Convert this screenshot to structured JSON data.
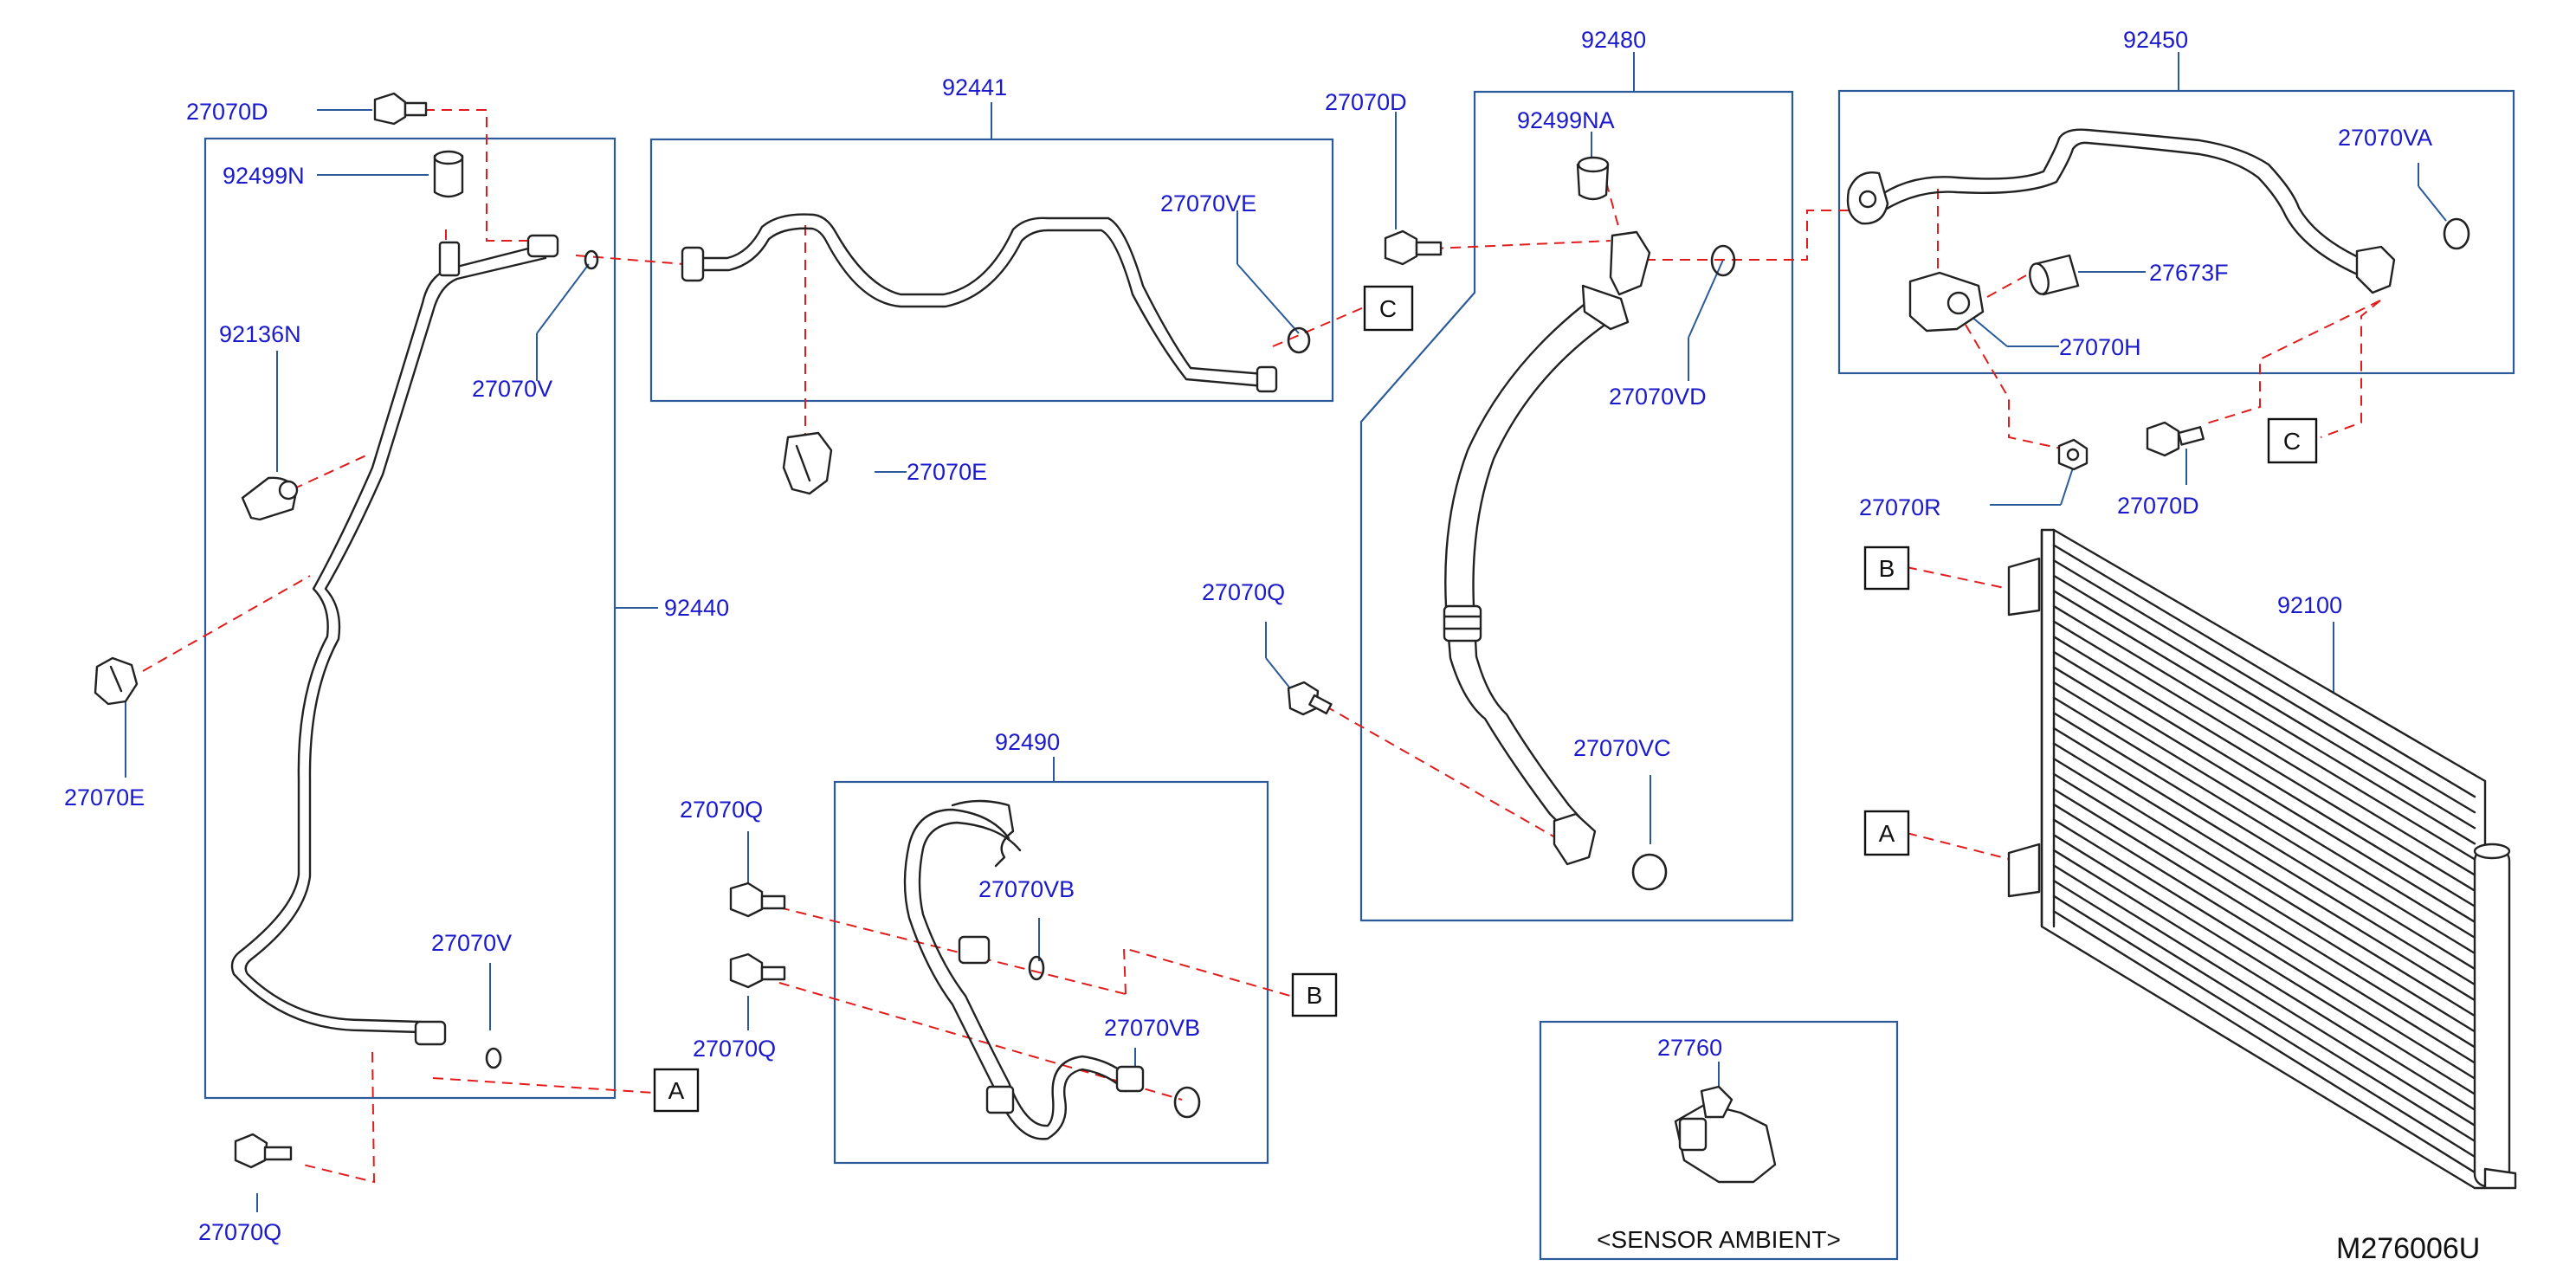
{
  "labels": {
    "l_27070D_a": "27070D",
    "l_92499N": "92499N",
    "l_92136N": "92136N",
    "l_27070V_a": "27070V",
    "l_27070E_a": "27070E",
    "l_92440": "92440",
    "l_27070V_b": "27070V",
    "l_27070Q_a": "27070Q",
    "l_92441": "92441",
    "l_27070VE": "27070VE",
    "l_27070E_b": "27070E",
    "l_27070D_b": "27070D",
    "l_92480": "92480",
    "l_92499NA": "92499NA",
    "l_27070VD": "27070VD",
    "l_27070Q_b": "27070Q",
    "l_27070VC": "27070VC",
    "l_92490": "92490",
    "l_27070Q_c": "27070Q",
    "l_27070VB_a": "27070VB",
    "l_27070VB_b": "27070VB",
    "l_27070Q_d": "27070Q",
    "l_92450": "92450",
    "l_27070VA": "27070VA",
    "l_27673F": "27673F",
    "l_27070H": "27070H",
    "l_27070R": "27070R",
    "l_27070D_c": "27070D",
    "l_92100": "92100",
    "l_27760": "27760"
  },
  "refs": {
    "a_left": "A",
    "a_right": "A",
    "b_mid": "B",
    "b_right": "B",
    "c_mid": "C",
    "c_right": "C"
  },
  "sensor_caption": "<SENSOR   AMBIENT>",
  "diagram_code": "M276006U"
}
